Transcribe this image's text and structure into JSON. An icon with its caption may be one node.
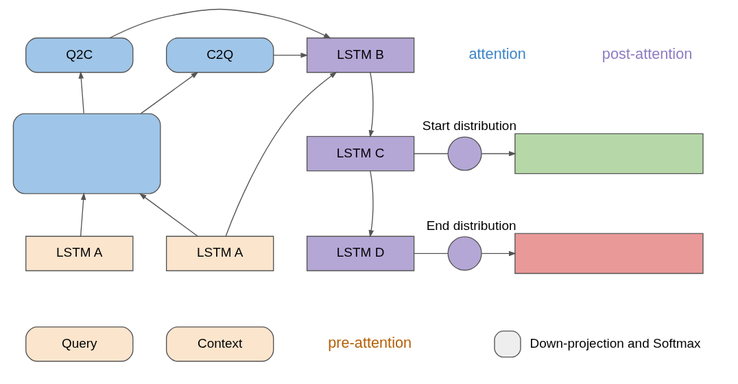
{
  "diagram": {
    "nodes": [
      {
        "text": [
          "C2Q"
        ]
      },
      {
        "text": [
          "Q2C"
        ]
      },
      {
        "text": [],
        "shape": "box"
      },
      {
        "text": [
          "LSTM B"
        ]
      },
      {
        "text": [
          "LSTM C"
        ]
      },
      {
        "text": [],
        "shape": "circle"
      },
      {
        "text": [],
        "shape": "bar",
        "beside": [
          "Start distribution"
        ]
      },
      {
        "text": [
          "LSTM D"
        ]
      },
      {
        "text": [],
        "shape": "circle"
      },
      {
        "text": [],
        "shape": "bar",
        "beside": [
          "End distribution"
        ]
      },
      {
        "text": [
          "LSTM A"
        ]
      },
      {
        "text": [
          "LSTM A"
        ]
      },
      {
        "text": [
          "Context"
        ]
      },
      {
        "text": [
          "Query"
        ]
      }
    ],
    "edges": [
      {
        "from": 2,
        "to": 0,
        "arrow": "to"
      },
      {
        "from": 2,
        "to": 1,
        "arrow": "to"
      },
      {
        "from": 0,
        "to": 3,
        "arrow": "to"
      },
      {
        "from": 1,
        "to": 3,
        "arrow": "to"
      },
      {
        "from": 10,
        "to": 3,
        "arrow": "to"
      },
      {
        "from": 10,
        "to": 2,
        "arrow": "to"
      },
      {
        "from": 11,
        "to": 2,
        "arrow": "to"
      },
      {
        "from": 3,
        "to": 4,
        "arrow": "to"
      },
      {
        "from": 4,
        "to": 7,
        "arrow": "to"
      },
      {
        "from": 4,
        "to": 5,
        "arrow": "none"
      },
      {
        "from": 5,
        "to": 6,
        "arrow": "to"
      },
      {
        "from": 7,
        "to": 8,
        "arrow": "none"
      },
      {
        "from": 8,
        "to": 9,
        "arrow": "to"
      }
    ],
    "labels": [
      "attention",
      "post-attention",
      "pre-attention"
    ],
    "legend": [
      {
        "text": "Down-projection and Softmax"
      }
    ]
  }
}
